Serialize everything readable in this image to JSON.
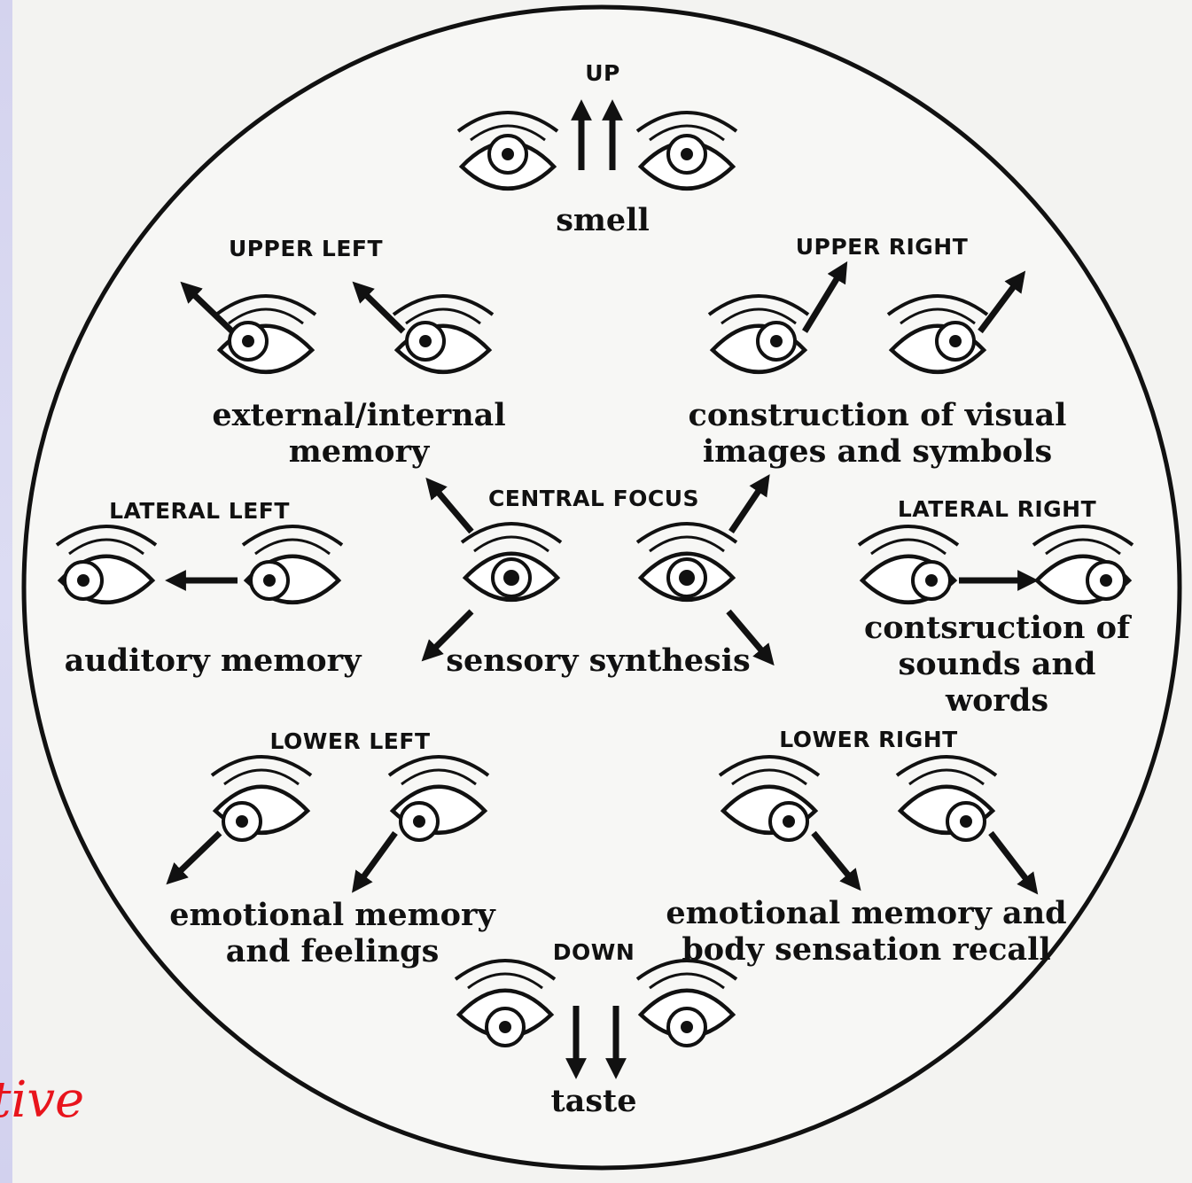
{
  "diagram": {
    "up": {
      "caption": "UP",
      "description": "smell"
    },
    "upper_left": {
      "caption": "UPPER LEFT",
      "description": "external/internal\nmemory"
    },
    "upper_right": {
      "caption": "UPPER RIGHT",
      "description": "construction of visual\nimages and symbols"
    },
    "lateral_left": {
      "caption": "LATERAL LEFT",
      "description": "auditory memory"
    },
    "central": {
      "caption": "CENTRAL FOCUS",
      "description": "sensory synthesis"
    },
    "lateral_right": {
      "caption": "LATERAL RIGHT",
      "description": "contsruction of\nsounds and words"
    },
    "lower_left": {
      "caption": "LOWER LEFT",
      "description": "emotional memory\nand feelings"
    },
    "lower_right": {
      "caption": "LOWER RIGHT",
      "description": "emotional memory and\nbody sensation recall"
    },
    "down": {
      "caption": "DOWN",
      "description": "taste"
    }
  },
  "slide_text": "tive",
  "colors": {
    "ink": "#111111",
    "panel": "#f3f3f1",
    "accent_text": "#e8141c",
    "left_strip": "#d8d7f0"
  },
  "icons": [
    "eye-icon",
    "arrow-icon"
  ]
}
